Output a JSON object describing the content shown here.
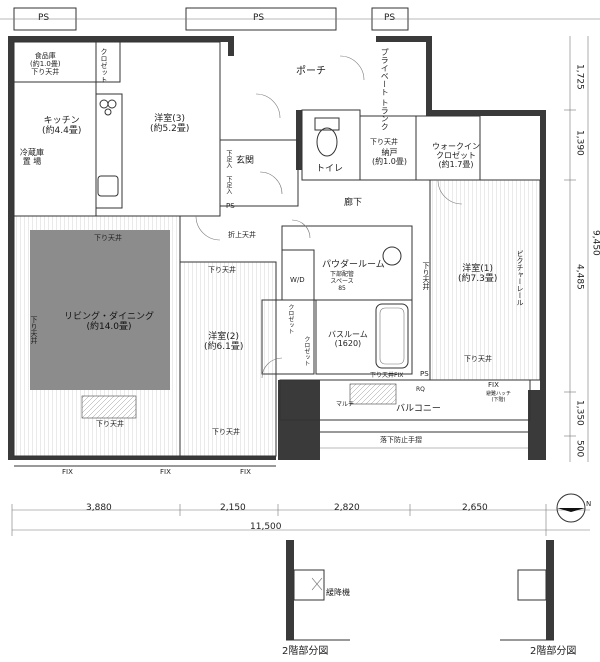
{
  "floorplan": {
    "rooms": {
      "porch": "ポーチ",
      "private_trunk": [
        "プライベート",
        "トランク"
      ],
      "closet_top": "クロゼット",
      "pantry": [
        "食品庫",
        "(約1.0畳)",
        "下り天井"
      ],
      "kitchen": [
        "キッチン",
        "(約4.4畳)"
      ],
      "fridge": [
        "冷蔵庫",
        "置 場"
      ],
      "western3": [
        "洋室(3)",
        "(約5.2畳)"
      ],
      "toilet": "トイレ",
      "entrance": "玄関",
      "storage": [
        "納戸",
        "(約1.0畳)"
      ],
      "walkin": [
        "ウォークイン",
        "クロゼット",
        "(約1.7畳)"
      ],
      "hallway": "廊下",
      "powder": "パウダールーム",
      "powder_sub": [
        "下部配管",
        "スペース",
        "85"
      ],
      "wd": "W/D",
      "bath": [
        "バスルーム",
        "(1620)"
      ],
      "living": [
        "リビング・ダイニング",
        "(約14.0畳)"
      ],
      "western2": [
        "洋室(2)",
        "(約6.1畳)"
      ],
      "western1": [
        "洋室(1)",
        "(約7.3畳)"
      ],
      "balcony": "バルコニー",
      "picture_rail": "ピクチャーレール"
    },
    "ceiling_labels": {
      "down_ceiling": "下り天井",
      "folded_ceiling": "折上天井",
      "down_ceiling_fix": "下り天井FIX",
      "down": "下足入"
    },
    "small_labels": {
      "ps": "PS",
      "fix": "FIX",
      "multi": "マルチ",
      "fall_rail": "落下防止手摺",
      "hatch_escape": [
        "避難ハッチ",
        "(下階)"
      ],
      "hatch_escape2": "避難ハッチ(下階)",
      "rq": "RQ",
      "closet": "クロゼット",
      "elevator": "緩降機"
    },
    "dims_bottom": [
      "3,880",
      "2,150",
      "2,820",
      "2,650"
    ],
    "dims_total": "11,500",
    "dims_right": [
      "1,725",
      "1,390",
      "4,485",
      "1,350",
      "500"
    ],
    "dims_right_total": "9,450",
    "compass": "N",
    "partial_label": "2階部分図"
  }
}
